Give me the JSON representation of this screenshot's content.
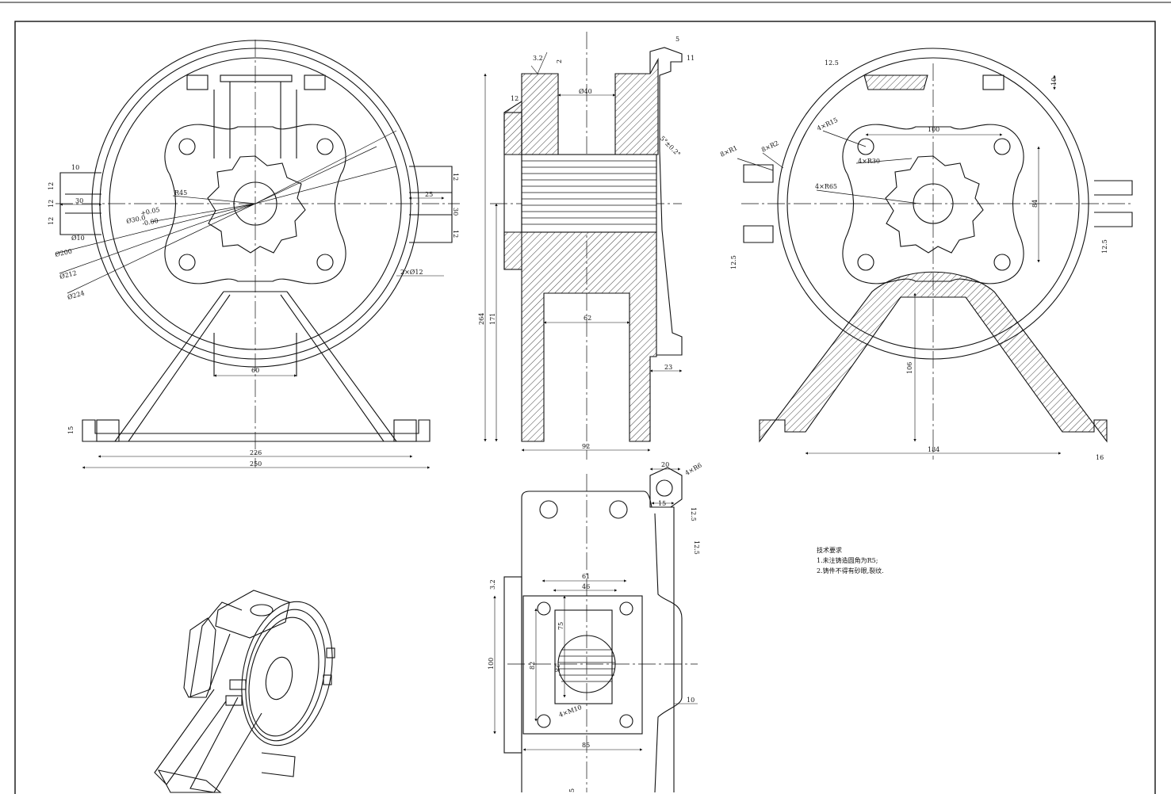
{
  "colors": {
    "line": "#111111",
    "paper": "#ffffff"
  },
  "front_view": {
    "r45": "R45",
    "bore": "Ø30.0",
    "bore_tol_upper": "+0.05",
    "bore_tol_lower": "-0.00",
    "d200": "Ø200",
    "d212": "Ø212",
    "d224": "Ø224",
    "d10": "Ø10",
    "w10": "10",
    "w30_left": "30",
    "h12_a": "12",
    "h12_b": "12",
    "h12_c": "12",
    "w25": "25",
    "w30_right": "30",
    "h12_r1": "12",
    "h12_r2": "12",
    "holes_2x12": "2×Ø12",
    "w60": "60",
    "h15": "15",
    "w226": "226",
    "w250": "250"
  },
  "section_view": {
    "rough_3_2": "3.2",
    "d2": "2",
    "d5": "5",
    "d11": "11",
    "d12": "12",
    "d40": "Ø40",
    "taper": "5°±0.2°",
    "d264": "264",
    "d171": "171",
    "d62": "62",
    "d23": "23",
    "d92": "92"
  },
  "side_view": {
    "rough_12_5_top": "12.5",
    "d10": "10",
    "r15": "4×R15",
    "d100": "100",
    "r30": "4×R30",
    "r65": "4×R65",
    "r1": "8×R1",
    "r2": "8×R2",
    "d84": "84",
    "rough_12_5_left": "12.5",
    "rough_12_5_right": "12.5",
    "d106": "106",
    "d184": "184",
    "rough_16": "16"
  },
  "top_view": {
    "d20": "20",
    "r6": "4×R6",
    "d15": "15",
    "rough_12_5_a": "12.5",
    "rough_12_5_b": "12.5",
    "rough_3_2": "3.2",
    "d61": "61",
    "d46": "46",
    "d75": "75",
    "d100": "100",
    "d82": "82",
    "d28": "28",
    "m10": "4×M10",
    "d10": "10",
    "d85": "85",
    "d5": "5"
  },
  "notes": {
    "title": "技术要求",
    "line1": "1.未注铸造圆角为R5;",
    "line2": "2.铸件不得有砂眼,裂纹."
  }
}
